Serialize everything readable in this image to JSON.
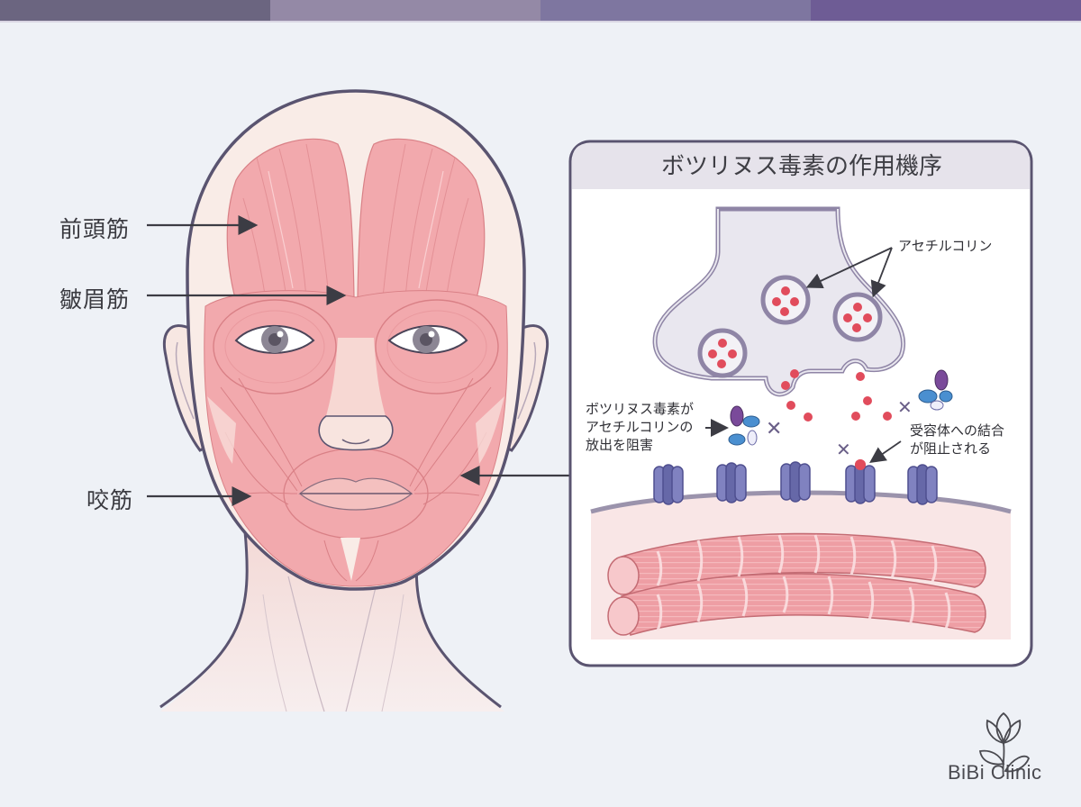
{
  "header_bar": {
    "segments": [
      "#6b6580",
      "#9489a6",
      "#7e76a0",
      "#6e5c95"
    ]
  },
  "face_labels": [
    {
      "id": "frontalis",
      "text": "前頭筋"
    },
    {
      "id": "corrugator",
      "text": "皺眉筋"
    },
    {
      "id": "masseter",
      "text": "咬筋"
    }
  ],
  "inset": {
    "title": "ボツリヌス毒素の作用機序",
    "acetylcholine_label": "アセチルコリン",
    "toxin_note": [
      "ボツリヌス毒素が",
      "アセチルコリンの",
      "放出を阻害"
    ],
    "receptor_note": [
      "受容体への結合",
      "が阻止される"
    ]
  },
  "brand": {
    "name": "BiBi Clinic",
    "icon": "lotus-icon"
  },
  "colors": {
    "background": "#eef1f6",
    "muscle": "#f2a9ad",
    "muscle_dark": "#d9797f",
    "skin": "#f9ebe6",
    "outline": "#5a5470",
    "vesicle": "#b3a9c7",
    "neurotransmitter": "#e14c5c",
    "receptor": "#7b7cb8",
    "toxin_purple": "#7a4a9a",
    "toxin_blue": "#4a8fd0"
  }
}
